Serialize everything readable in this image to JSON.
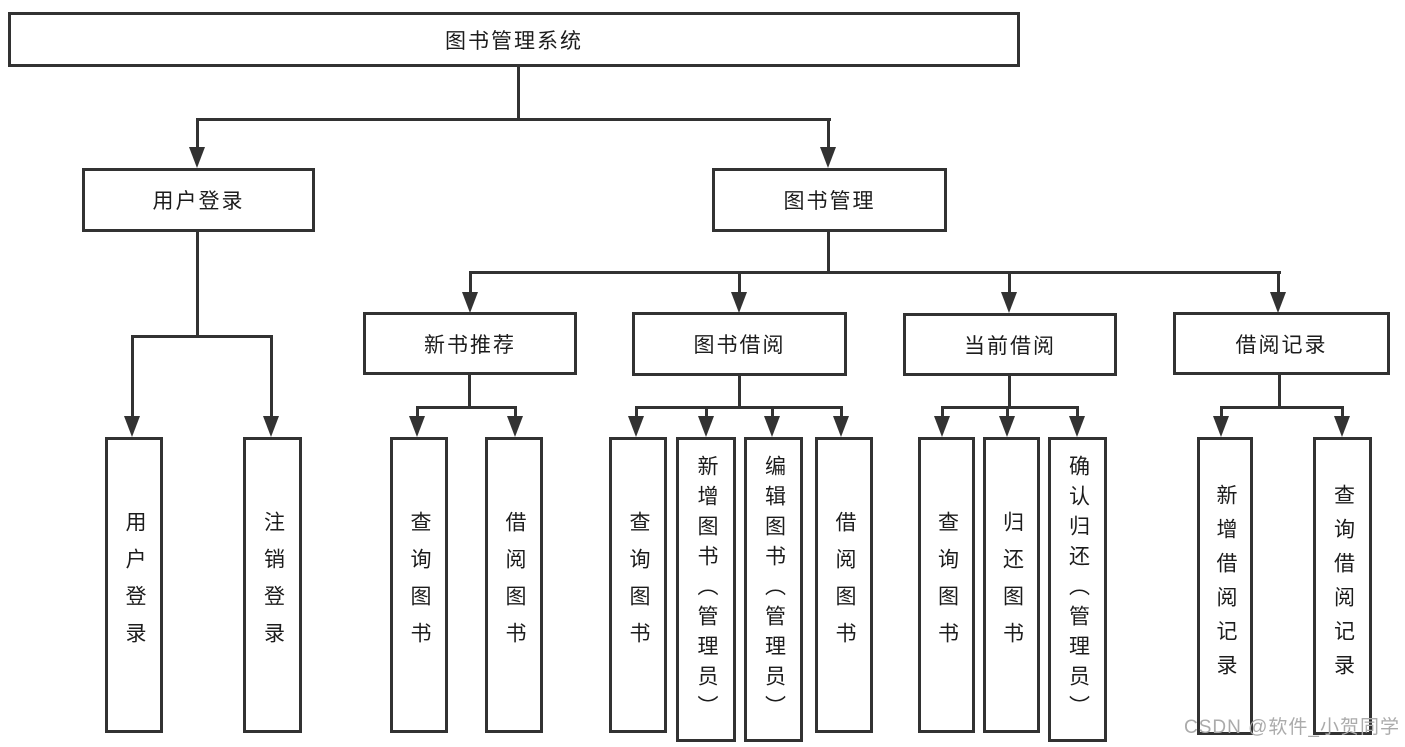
{
  "diagram": {
    "root": {
      "label": "图书管理系统"
    },
    "level2": [
      {
        "label": "用户登录"
      },
      {
        "label": "图书管理"
      }
    ],
    "level3": [
      {
        "label": "新书推荐"
      },
      {
        "label": "图书借阅"
      },
      {
        "label": "当前借阅"
      },
      {
        "label": "借阅记录"
      }
    ],
    "leaves": [
      {
        "label": "用户登录",
        "parent": "用户登录"
      },
      {
        "label": "注销登录",
        "parent": "用户登录"
      },
      {
        "label": "查询图书",
        "parent": "新书推荐"
      },
      {
        "label": "借阅图书",
        "parent": "新书推荐"
      },
      {
        "label": "查询图书",
        "parent": "图书借阅"
      },
      {
        "label": "新增图书（管理员）",
        "parent": "图书借阅"
      },
      {
        "label": "编辑图书（管理员）",
        "parent": "图书借阅"
      },
      {
        "label": "借阅图书",
        "parent": "图书借阅"
      },
      {
        "label": "查询图书",
        "parent": "当前借阅"
      },
      {
        "label": "归还图书",
        "parent": "当前借阅"
      },
      {
        "label": "确认归还（管理员）",
        "parent": "当前借阅"
      },
      {
        "label": "新增借阅记录",
        "parent": "借阅记录"
      },
      {
        "label": "查询借阅记录",
        "parent": "借阅记录"
      }
    ]
  },
  "watermark": {
    "text": "CSDN @软件_小贺同学"
  },
  "colors": {
    "line": "#323232",
    "text": "#1c1c1c",
    "watermark": "#ababab",
    "background": "#ffffff"
  }
}
